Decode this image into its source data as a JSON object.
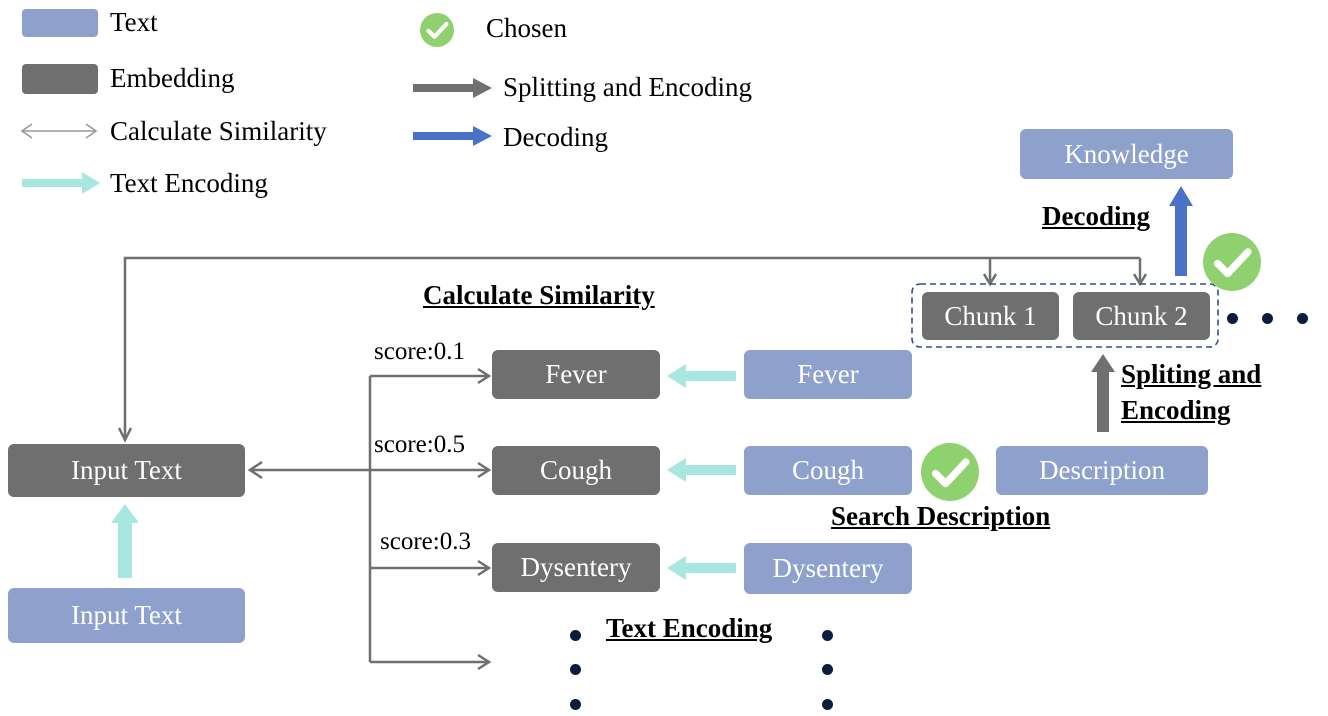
{
  "legend": {
    "text": "Text",
    "embedding": "Embedding",
    "calculate_similarity": "Calculate Similarity",
    "text_encoding": "Text Encoding",
    "chosen": "Chosen",
    "splitting_and_encoding": "Splitting and Encoding",
    "decoding": "Decoding"
  },
  "nodes": {
    "input_text_embedding": "Input Text",
    "input_text": "Input Text",
    "fever_embedding": "Fever",
    "cough_embedding": "Cough",
    "dysentery_embedding": "Dysentery",
    "fever_text": "Fever",
    "cough_text": "Cough",
    "dysentery_text": "Dysentery",
    "description": "Description",
    "chunk1": "Chunk 1",
    "chunk2": "Chunk 2",
    "knowledge": "Knowledge"
  },
  "scores": {
    "fever": "score:0.1",
    "cough": "score:0.5",
    "dysentery": "score:0.3"
  },
  "stage_labels": {
    "calculate_similarity": "Calculate Similarity",
    "decoding": "Decoding",
    "spliting_line1": "Spliting and",
    "spliting_line2": "Encoding",
    "search_description": "Search Description",
    "text_encoding": "Text Encoding"
  },
  "colors": {
    "text_box": "#8ea1cc",
    "embedding_box": "#6f6f6f",
    "similarity_arrow": "#a0a0a0",
    "text_encoding_arrow": "#a8e6e0",
    "split_arrow": "#707070",
    "decoding_arrow": "#4a72c8",
    "chosen": "#8fd06f"
  }
}
